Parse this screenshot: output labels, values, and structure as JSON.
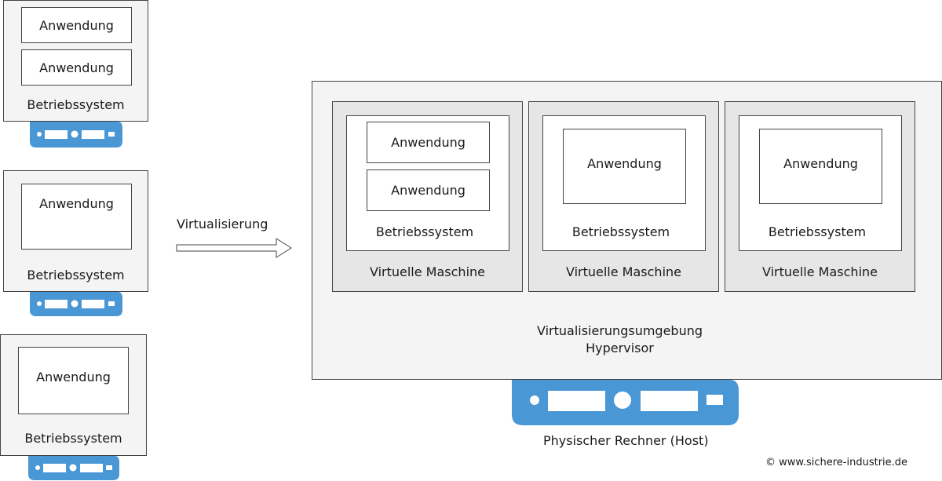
{
  "labels": {
    "anwendung": "Anwendung",
    "betriebssystem": "Betriebssystem",
    "virtuelle_maschine": "Virtuelle Maschine",
    "virtualisierung": "Virtualisierung",
    "hypervisor_line1": "Virtualisierungsumgebung",
    "hypervisor_line2": "Hypervisor",
    "host": "Physischer Rechner (Host)",
    "copyright": "© www.sichere-industrie.de"
  },
  "colors": {
    "server_blue": "#4a97d6",
    "outer_gray": "#f4f4f4",
    "vm_gray": "#e6e6e6",
    "border": "#444444"
  }
}
